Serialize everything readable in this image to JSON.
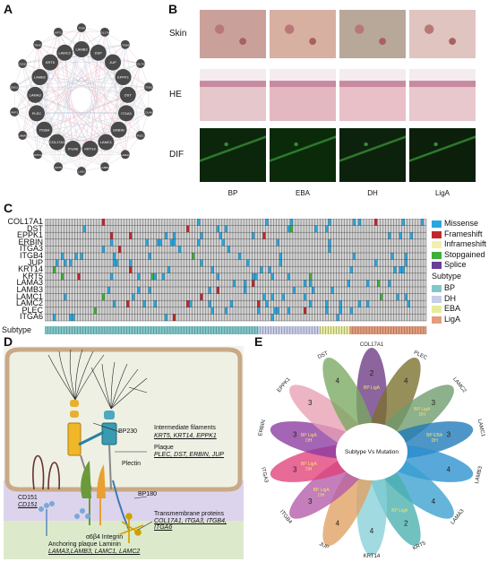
{
  "panels": {
    "a": "A",
    "b": "B",
    "c": "C",
    "d": "D",
    "e": "E"
  },
  "network": {
    "nodes_big": [
      "LAMB3",
      "DSP",
      "JUP",
      "EPPK1",
      "DST",
      "ITGA3",
      "ERBIN",
      "LAMC1",
      "KRT14",
      "ITGA6",
      "COL17A1",
      "ITGB4",
      "PLEC",
      "LAMA3",
      "LAMB2",
      "KRT5",
      "LAMC2"
    ],
    "nodes_small": [
      "TTAR",
      "COL17A1",
      "ITGB4",
      "COL7A1",
      "ITGB1",
      "COL4A1",
      "PLEC",
      "LAMA1",
      "LAMB1",
      "LAD1",
      "KRT5",
      "KRT14",
      "LAMA5",
      "PKP1",
      "DSG1",
      "CD151",
      "CTNND1",
      "KRT1"
    ],
    "colors": {
      "node": "#4a4a4a",
      "edge_pink": "#e8a0b4",
      "edge_blue": "#a8c4dc",
      "edge_grey": "#c0c0c0"
    }
  },
  "photos": {
    "rows": [
      "Skin",
      "HE",
      "DIF"
    ],
    "cols": [
      "BP",
      "EBA",
      "DH",
      "LigA"
    ],
    "colors": {
      "skin": "#d9a9a0",
      "he": "#e7c4cb",
      "dif": "#0d2a0d"
    }
  },
  "heatmap": {
    "genes": [
      "COL17A1",
      "DST",
      "EPPK1",
      "ERBIN",
      "ITGA3",
      "ITGB4",
      "JUP",
      "KRT14",
      "KRT5",
      "LAMA3",
      "LAMB3",
      "LAMC1",
      "LAMC2",
      "PLEC",
      "ITGA6"
    ],
    "subtype_row_label": "Subtype",
    "legend_mutations": [
      {
        "name": "Missense",
        "color": "#2aa7e0"
      },
      {
        "name": "Frameshift",
        "color": "#c0272d"
      },
      {
        "name": "Inframeshift",
        "color": "#f2efb0"
      },
      {
        "name": "Stopgained",
        "color": "#3fae3a"
      },
      {
        "name": "Splice",
        "color": "#6a3d9a"
      }
    ],
    "legend_subtype_title": "Subtype",
    "legend_subtypes": [
      {
        "name": "BP",
        "color": "#7fc7c9"
      },
      {
        "name": "DH",
        "color": "#c8cde8"
      },
      {
        "name": "EBA",
        "color": "#e6ec9c"
      },
      {
        "name": "LigA",
        "color": "#e69b7c"
      }
    ],
    "colors": {
      "cell": "#d3d3d3",
      "grid": "#2a2a2a"
    }
  },
  "diagram": {
    "intermediate_filaments": "Intermediate filaments",
    "intermediate_filaments_genes": "KRT5, KRT14, EPPK1",
    "bp230": "BP230",
    "plaque": "Plaque",
    "plaque_genes": "PLEC, DST, ERBIN, JUP",
    "plectin": "Plectin",
    "cd151": "CD151",
    "cd151_gene": "CD151",
    "bp180": "BP180",
    "transmembrane": "Transmembrane proteins",
    "transmembrane_genes": "COL17A1, ITGA3, ITGB4, ITGA6",
    "integrin": "α6β4 Integrin",
    "anchoring": "Anchoring plaque Laminin",
    "anchoring_genes": "LAMA3,LAMB3, LAMC1, LAMC2",
    "colors": {
      "cell": "#eef0e4",
      "membrane": "#c9a986",
      "bottom": "#dcd4ec",
      "basal": "#dceacb"
    }
  },
  "venn": {
    "center": "Subtype Vs Mutation",
    "petals": [
      {
        "gene": "COL17A1",
        "count": "2",
        "subtypes": "BP LigA",
        "color": "#6b3a83"
      },
      {
        "gene": "PLEC",
        "count": "4",
        "subtypes": "",
        "color": "#7a6f2c"
      },
      {
        "gene": "LAMC2",
        "count": "3",
        "subtypes": "BP LigA DH",
        "color": "#6d9a6d"
      },
      {
        "gene": "LAMC1",
        "count": "3",
        "subtypes": "BP EBA DH",
        "color": "#1d78b8"
      },
      {
        "gene": "LAMB3",
        "count": "4",
        "subtypes": "",
        "color": "#2a8fd0"
      },
      {
        "gene": "LAMA3",
        "count": "4",
        "subtypes": "",
        "color": "#3aa0d0"
      },
      {
        "gene": "KRT5",
        "count": "2",
        "subtypes": "BP LigA",
        "color": "#4ab0b0"
      },
      {
        "gene": "KRT14",
        "count": "4",
        "subtypes": "",
        "color": "#88d0d8"
      },
      {
        "gene": "JUP",
        "count": "4",
        "subtypes": "",
        "color": "#e0a060"
      },
      {
        "gene": "ITGB4",
        "count": "3",
        "subtypes": "BP LigA DH",
        "color": "#b25aa8"
      },
      {
        "gene": "ITGA3",
        "count": "3",
        "subtypes": "BP LigA DH",
        "color": "#e0407a"
      },
      {
        "gene": "ERBIN",
        "count": "3",
        "subtypes": "BP LigA DH",
        "color": "#8a3aa0"
      },
      {
        "gene": "EPPK1",
        "count": "3",
        "subtypes": "",
        "color": "#e8a0b4"
      },
      {
        "gene": "DST",
        "count": "4",
        "subtypes": "",
        "color": "#78a860"
      }
    ]
  }
}
